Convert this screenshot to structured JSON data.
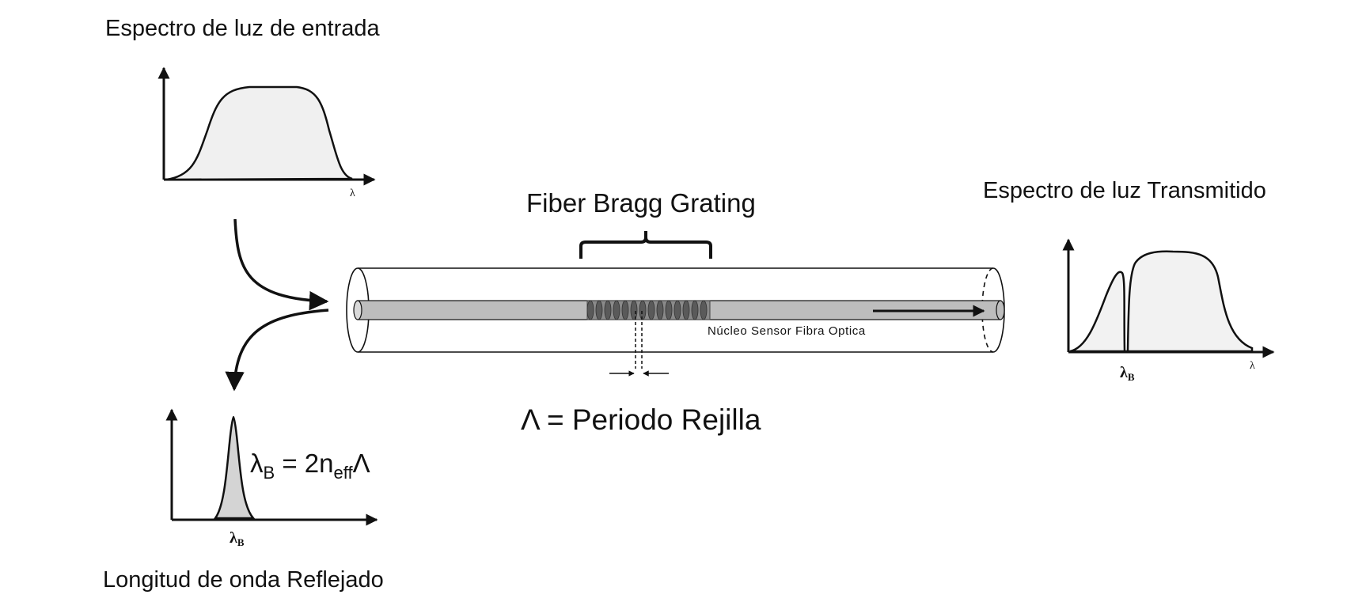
{
  "labels": {
    "input_spectrum_title": "Espectro de luz de entrada",
    "transmitted_spectrum_title": "Espectro de luz Transmitido",
    "reflected_title": "Longitud de onda Reflejado",
    "fbg_title": "Fiber Bragg Grating",
    "core_label": "Núcleo Sensor Fibra Optica",
    "period_label": "Λ = Periodo Rejilla"
  },
  "equation": {
    "lhs": "λ",
    "lhs_sub": "B",
    "rel": " = 2n",
    "n_sub": "eff",
    "rhs": "Λ"
  },
  "axis": {
    "wavelength_symbol": "λ",
    "bragg_symbol": "λ",
    "bragg_sub": "B"
  },
  "colors": {
    "ink": "#111111",
    "core_fill": "#bdbdbd",
    "spectrum_fill": "#f0f0f0",
    "reflect_fill": "#d4d4d4",
    "grating_fill": "#7a7a7a"
  }
}
